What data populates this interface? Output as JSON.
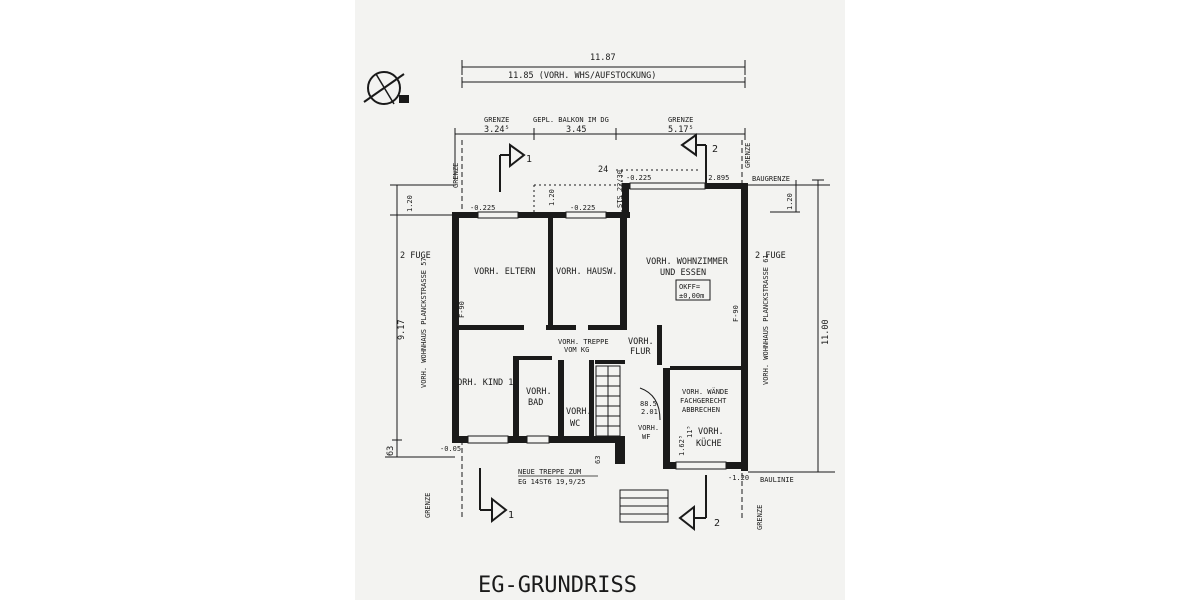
{
  "dimensions": {
    "overall_width": "11.87",
    "existing_width": "11.85 (VORH. WHS/AUFSTOCKUNG)",
    "left_segment": "3.24⁵",
    "middle_segment": "3.45",
    "right_segment": "5.17⁵",
    "left_height": "9.17",
    "right_height": "11.00",
    "top_offset_left": "1.20",
    "top_offset_right": "1.20",
    "bottom_offset": "63",
    "stair_dim": "24",
    "wall_dim": "63"
  },
  "labels": {
    "grenze": "GRENZE",
    "balcony": "GEPL. BALKON IM DG",
    "baugrenze": "BAUGRENZE",
    "baulinie": "BAULINIE",
    "fuge_left": "2 FUGE",
    "fuge_right": "2 FUGE",
    "f90_left": "F-90",
    "f90_right": "F-90",
    "house_left": "VORH. WOHNHAUS PLANCKSTRASSE 57",
    "house_right": "VORH. WOHNHAUS PLANCKSTRASSE 61",
    "sts": "STS 22/30",
    "stair_note_line1": "NEUE TREPPE ZUM",
    "stair_note_line2": "EG 14ST6 19,9/25",
    "walls_note_line1": "VORH. WÄNDE",
    "walls_note_line2": "FACHGERECHT",
    "walls_note_line3": "ABBRECHEN",
    "okff_line1": "OKFF=",
    "okff_line2": "±0,00m",
    "title": "EG-GRUNDRISS"
  },
  "levels": {
    "l1": "-0.225",
    "l2": "-0.225",
    "l3": "-0.225",
    "l4": "-2.895",
    "l5": "-0.05",
    "l6": "-1.20"
  },
  "rooms": {
    "eltern": "VORH. ELTERN",
    "hausw": "VORH. HAUSW.",
    "wohnzimmer_line1": "VORH. WOHNZIMMER",
    "wohnzimmer_line2": "UND ESSEN",
    "treppe_line1": "VORH. TREPPE",
    "treppe_line2": "VOM KG",
    "flur_line1": "VORH.",
    "flur_line2": "FLUR",
    "kind": "VORH. KIND 1",
    "bad_line1": "VORH.",
    "bad_line2": "BAD",
    "wc_line1": "VORH.",
    "wc_line2": "WC",
    "wf_line1": "VORH.",
    "wf_line2": "WF",
    "kueche_line1": "VORH.",
    "kueche_line2": "KÜCHE"
  },
  "misc": {
    "door_dim_1": "88.5",
    "door_dim_2": "2.01",
    "door_dim_3": "1.62⁵",
    "door_dim_4": "11⁵"
  },
  "section_markers": {
    "m1_top": "1",
    "m2_top": "2",
    "m1_bottom": "1",
    "m2_bottom": "2"
  }
}
